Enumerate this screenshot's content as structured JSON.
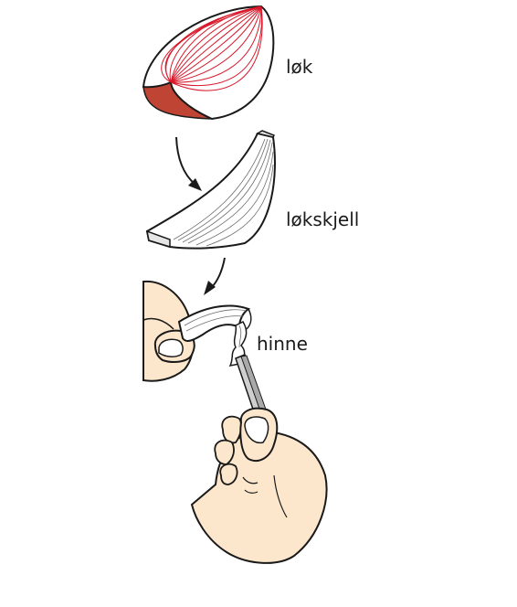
{
  "labels": {
    "onion": "løk",
    "onion_scale": "løkskjell",
    "membrane": "hinne"
  },
  "colors": {
    "onion_fill": "#ffffff",
    "onion_lines": "#d8182a",
    "onion_cut": "#c04434",
    "skin": "#fce7cc",
    "outline": "#1a1a1a",
    "tool": "#cfcfcf"
  }
}
